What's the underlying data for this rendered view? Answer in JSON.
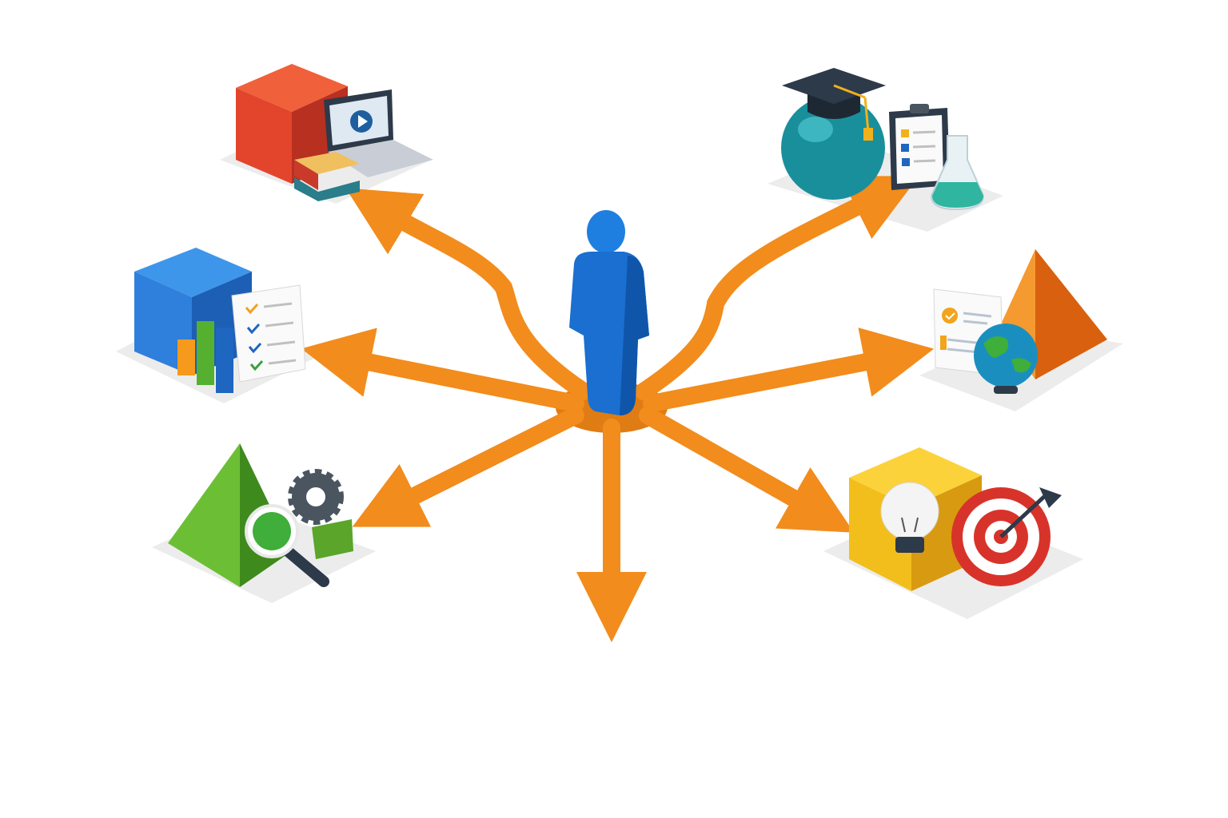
{
  "scene": {
    "description_free": true,
    "center": {
      "icon": "person-icon",
      "color": "#1a6fd0"
    },
    "arrow_color": "#f28c1c",
    "groups": [
      {
        "id": "top-left",
        "icons": [
          "red-cube-icon",
          "laptop-play-icon",
          "books-icon"
        ],
        "accent": "#e2452b"
      },
      {
        "id": "left",
        "icons": [
          "blue-cube-icon",
          "bar-chart-icon",
          "checklist-icon"
        ],
        "accent": "#2f7fdc"
      },
      {
        "id": "bottom-left",
        "icons": [
          "green-pyramid-icon",
          "gear-icon",
          "magnifier-icon"
        ],
        "accent": "#5aa52a"
      },
      {
        "id": "bottom-right",
        "icons": [
          "yellow-cube-icon",
          "lightbulb-icon",
          "target-dart-icon"
        ],
        "accent": "#f2be1c"
      },
      {
        "id": "right",
        "icons": [
          "orange-pyramid-icon",
          "document-icon",
          "globe-icon"
        ],
        "accent": "#ef7a1a"
      },
      {
        "id": "top-right",
        "icons": [
          "teal-sphere-icon",
          "graduation-cap-icon",
          "clipboard-icon",
          "flask-icon"
        ],
        "accent": "#1a8f9c"
      }
    ]
  }
}
